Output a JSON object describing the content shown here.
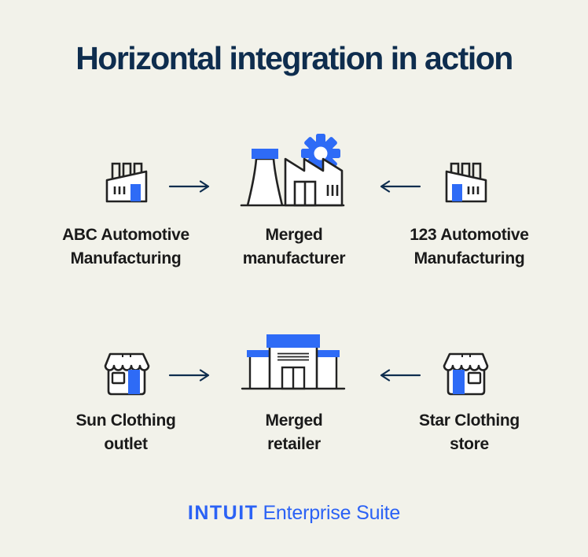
{
  "title": "Horizontal integration in action",
  "colors": {
    "background": "#f2f2ea",
    "navy": "#0e2d4e",
    "ink": "#222222",
    "text": "#1a1a1a",
    "blue": "#2e6bf6",
    "logo-blue": "#2b62f5"
  },
  "diagram": {
    "rows": [
      {
        "left": {
          "line1": "ABC Automotive",
          "line2": "Manufacturing",
          "icon": "factory-icon"
        },
        "arrow_left_to_center": "arrow-right-icon",
        "center": {
          "line1": "Merged",
          "line2": "manufacturer",
          "icon": "merged-factory-gear-icon"
        },
        "arrow_right_to_center": "arrow-left-icon",
        "right": {
          "line1": "123 Automotive",
          "line2": "Manufacturing",
          "icon": "factory-icon-mirrored"
        }
      },
      {
        "left": {
          "line1": "Sun Clothing",
          "line2": "outlet",
          "icon": "storefront-icon"
        },
        "arrow_left_to_center": "arrow-right-icon",
        "center": {
          "line1": "Merged",
          "line2": "retailer",
          "icon": "merged-storefront-icon"
        },
        "arrow_right_to_center": "arrow-left-icon",
        "right": {
          "line1": "Star Clothing",
          "line2": "store",
          "icon": "storefront-icon-mirrored"
        }
      }
    ]
  },
  "footer": {
    "brand": "INTUIT",
    "product": "Enterprise Suite"
  }
}
